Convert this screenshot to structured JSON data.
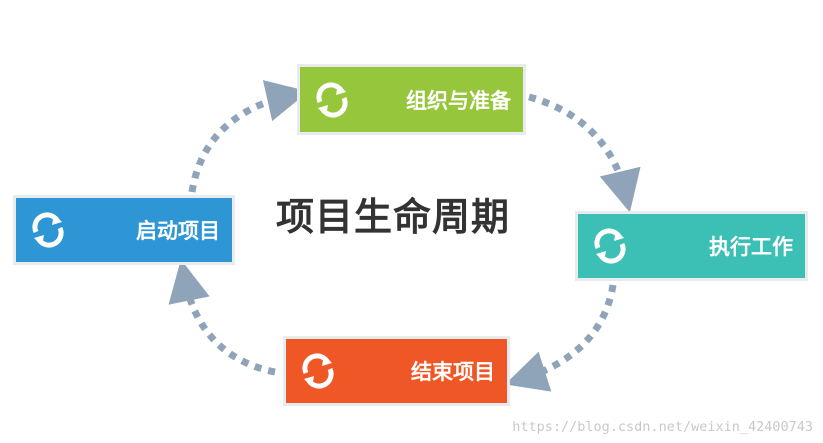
{
  "diagram": {
    "title": "项目生命周期",
    "nodes": [
      {
        "id": "initiate",
        "label": "启动项目",
        "color": "#2e96d4",
        "icon": "refresh-cycle-icon"
      },
      {
        "id": "organize",
        "label": "组织与准备",
        "color": "#96c63c",
        "icon": "refresh-cycle-icon"
      },
      {
        "id": "execute",
        "label": "执行工作",
        "color": "#3cbfb4",
        "icon": "refresh-cycle-icon"
      },
      {
        "id": "close",
        "label": "结束项目",
        "color": "#ef5826",
        "icon": "refresh-cycle-icon"
      }
    ],
    "edges": [
      {
        "from": "initiate",
        "to": "organize"
      },
      {
        "from": "organize",
        "to": "execute"
      },
      {
        "from": "execute",
        "to": "close"
      },
      {
        "from": "close",
        "to": "initiate"
      }
    ],
    "arrow_color": "#8fa3b9"
  },
  "watermark": "https://blog.csdn.net/weixin_42400743"
}
